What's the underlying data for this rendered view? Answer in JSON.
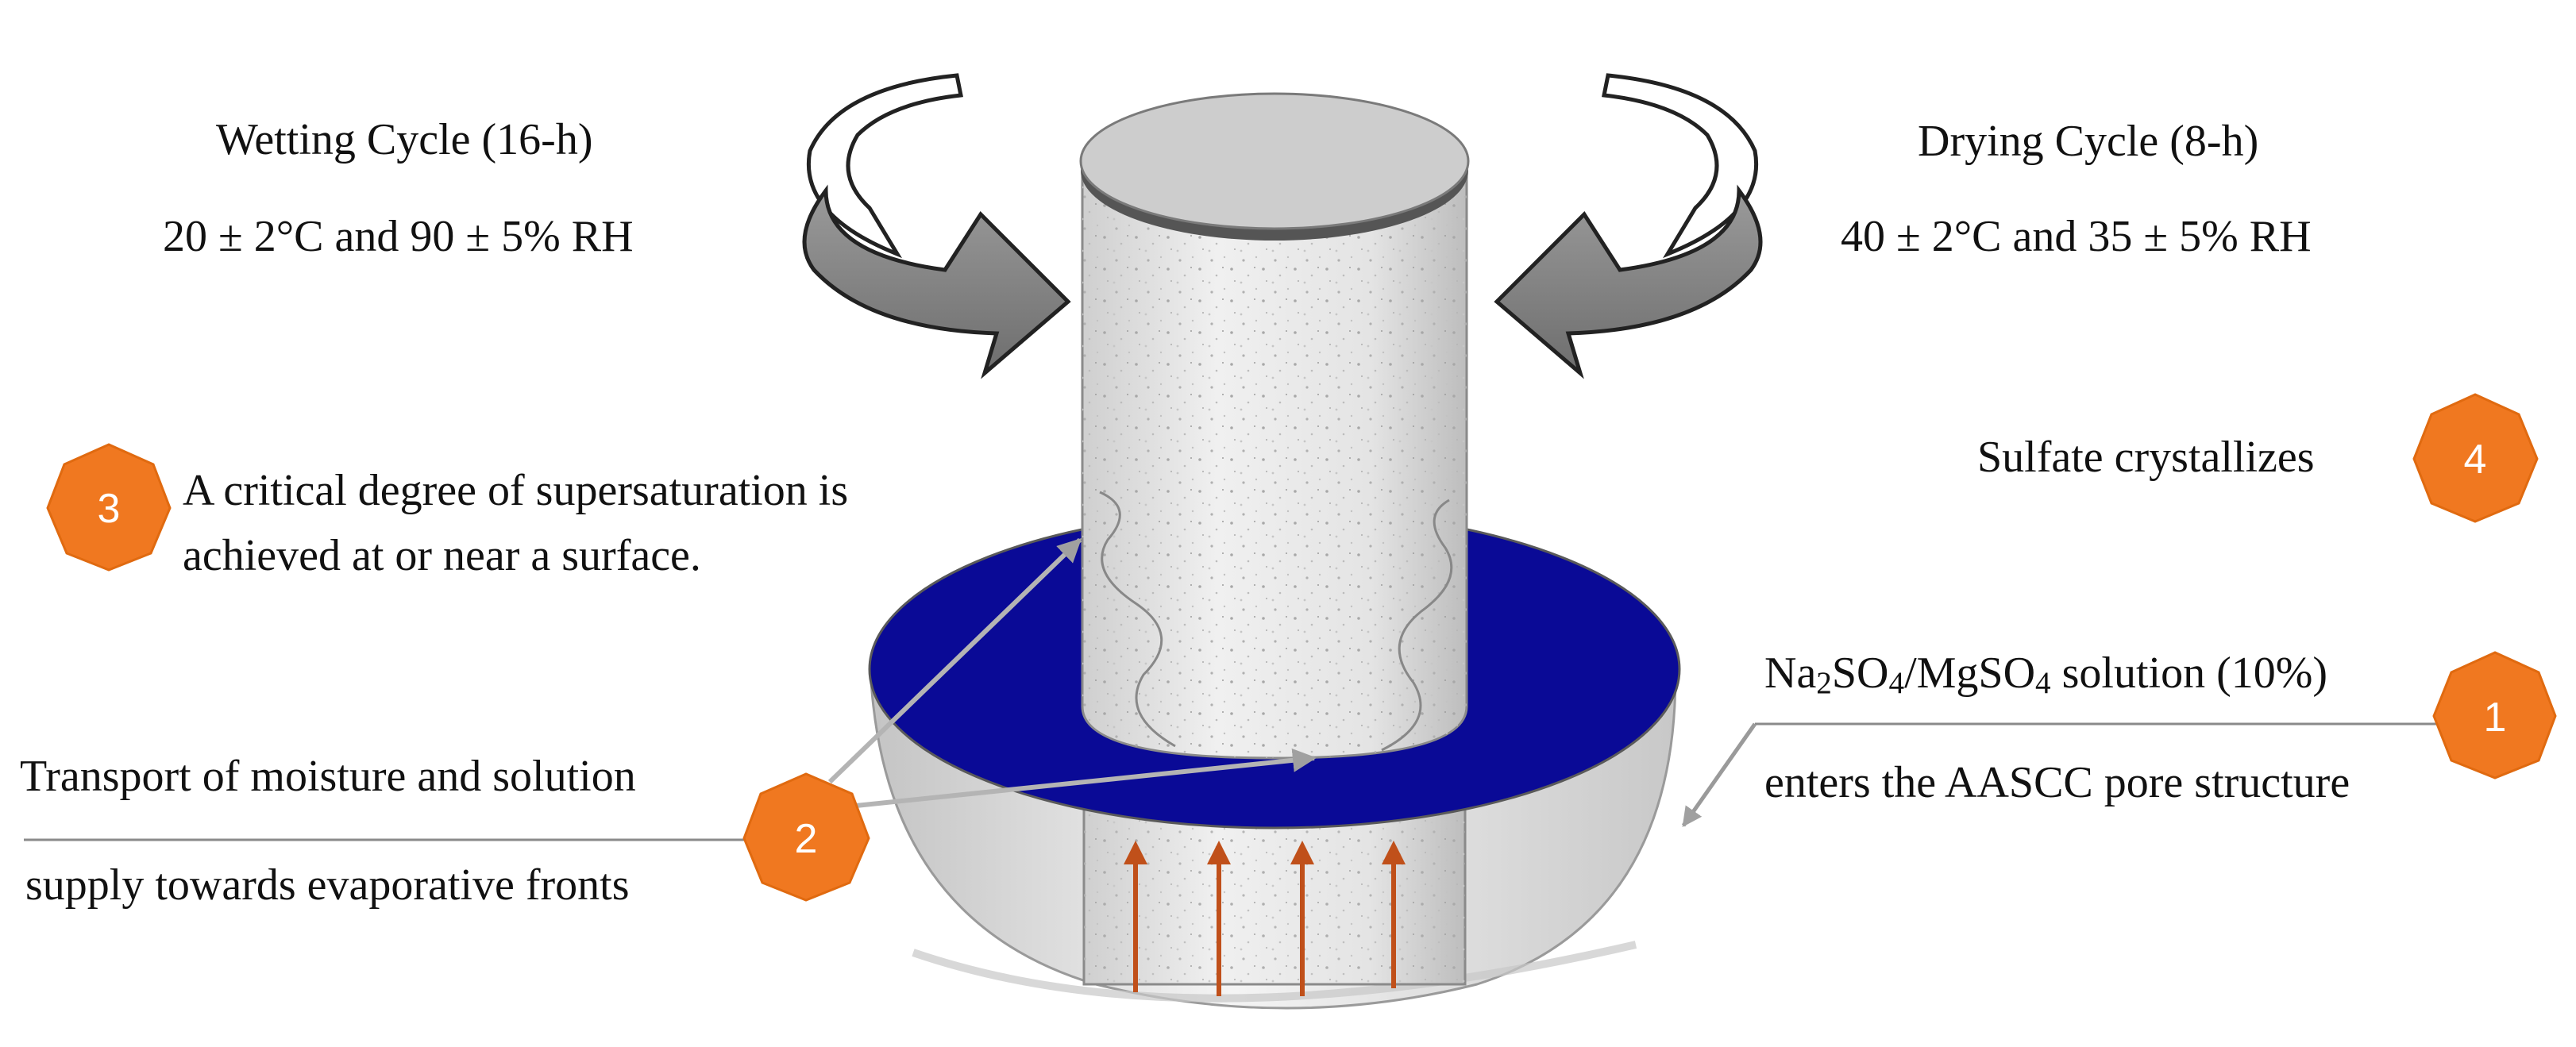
{
  "wetting": {
    "title": "Wetting Cycle (16-h)",
    "conditions": "20 ± 2°C and 90 ± 5% RH"
  },
  "drying": {
    "title": "Drying Cycle (8-h)",
    "conditions": "40 ± 2°C and 35 ± 5% RH"
  },
  "steps": [
    {
      "number": "1",
      "text_line1_na": "Na",
      "text_line1_sub1": "2",
      "text_line1_so": "SO",
      "text_line1_sub2": "4",
      "text_line1_mg": "/MgSO",
      "text_line1_sub3": "4",
      "text_line1_rest": " solution (10%)",
      "text_line2": "enters the AASCC pore structure"
    },
    {
      "number": "2",
      "text_line1": "Transport of moisture and solution",
      "text_line2": "supply towards evaporative fronts"
    },
    {
      "number": "3",
      "text_line1": "A critical degree of supersaturation is",
      "text_line2": "achieved at or near a surface."
    },
    {
      "number": "4",
      "text_line1": "Sulfate crystallizes"
    }
  ],
  "colors": {
    "badge": "#f07820",
    "solution": "#0a0a96",
    "basin": "#d9d9d9",
    "concrete": "#e6e6e6",
    "arrow": "#808080",
    "capillary_arrow": "#c0501a"
  }
}
